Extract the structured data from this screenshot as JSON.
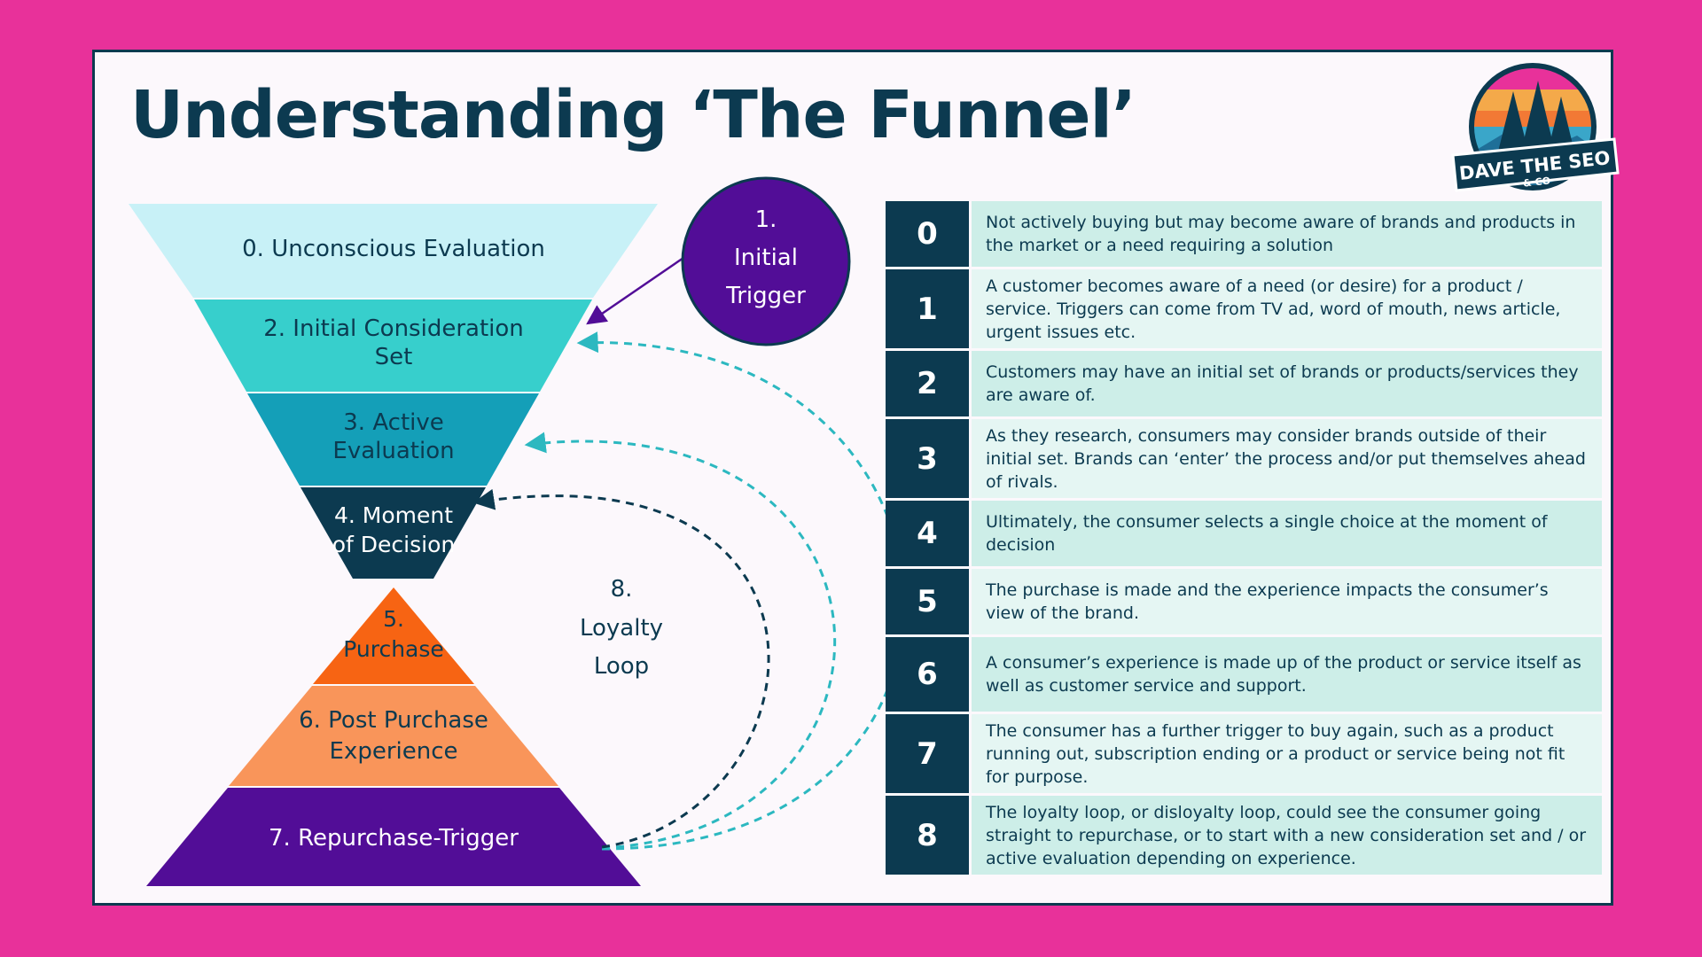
{
  "title": "Understanding ‘The Funnel’",
  "logo": {
    "line1": "DAVE THE SEO",
    "line2": "& CO"
  },
  "funnel": [
    {
      "lines": [
        "0. Unconscious Evaluation"
      ],
      "fill": "#c8f1f7",
      "text_color": "#0c3a50"
    },
    {
      "lines": [
        "2. Initial Consideration",
        "Set"
      ],
      "fill": "#37cfcc",
      "text_color": "#0c3a50"
    },
    {
      "lines": [
        "3. Active",
        "Evaluation"
      ],
      "fill": "#149fb8",
      "text_color": "#0c3a50"
    },
    {
      "lines": [
        "4. Moment",
        "of Decision"
      ],
      "fill": "#0c3a50",
      "text_color": "#ffffff"
    }
  ],
  "pyramid": [
    {
      "lines": [
        "5.",
        "Purchase"
      ],
      "fill": "#f76413",
      "text_color": "#0c3a50"
    },
    {
      "lines": [
        "6. Post Purchase",
        "Experience"
      ],
      "fill": "#f9955a",
      "text_color": "#0c3a50"
    },
    {
      "lines": [
        "7. Repurchase-Trigger"
      ],
      "fill": "#520d97",
      "text_color": "#ffffff"
    }
  ],
  "trigger_circle": {
    "lines": [
      "1.",
      "Initial",
      "Trigger"
    ],
    "fill": "#520d97",
    "text_color": "#ffffff"
  },
  "loop_label": {
    "lines": [
      "8.",
      "Loyalty",
      "Loop"
    ]
  },
  "stages": [
    {
      "num": "0",
      "text": "Not actively buying but may become aware of brands and products in the market or a need requiring a solution"
    },
    {
      "num": "1",
      "text": "A customer becomes aware of a need (or desire) for a product / service. Triggers can come from TV ad, word of mouth, news article, urgent issues etc."
    },
    {
      "num": "2",
      "text": "Customers may have an initial set of brands or products/services they are aware of."
    },
    {
      "num": "3",
      "text": "As they research, consumers may consider brands outside of their initial set. Brands can ‘enter’ the process and/or put themselves ahead of rivals."
    },
    {
      "num": "4",
      "text": "Ultimately, the consumer selects a single choice at the moment of decision"
    },
    {
      "num": "5",
      "text": "The purchase is made and the experience impacts the consumer’s view of the brand."
    },
    {
      "num": "6",
      "text": "A consumer’s experience is made up of the product or service itself as well as customer service and support."
    },
    {
      "num": "7",
      "text": "The consumer has a further trigger to buy again, such as a product running out, subscription ending or a product or service being not fit for purpose."
    },
    {
      "num": "8",
      "text": "The loyalty loop, or disloyalty loop, could see the consumer going straight to repurchase, or to start with a new consideration set and / or active evaluation depending on experience."
    }
  ]
}
